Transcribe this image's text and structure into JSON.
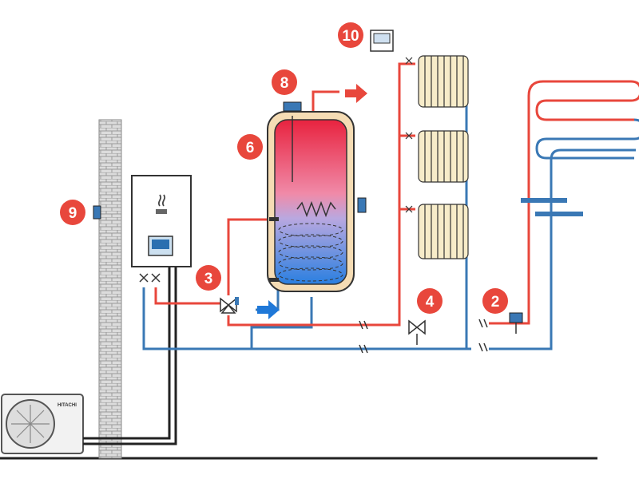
{
  "colors": {
    "hot": "#e8473c",
    "cold": "#3a78b5",
    "badge": "#e8473c",
    "tank_shell": "#f5dcb4",
    "radiator": "#f7ecc9",
    "brick": "#d8d8d8",
    "ground": "#222222"
  },
  "outdoor_unit": {
    "brand": "HITACHI"
  },
  "callouts": [
    {
      "number": "2",
      "target": "underfloor-thermostat"
    },
    {
      "number": "3",
      "target": "three-way-valve"
    },
    {
      "number": "4",
      "target": "safety-valve"
    },
    {
      "number": "6",
      "target": "hot-water-tank"
    },
    {
      "number": "8",
      "target": "tank-sensor"
    },
    {
      "number": "9",
      "target": "outdoor-sensor"
    },
    {
      "number": "10",
      "target": "room-thermostat"
    }
  ],
  "icons": [
    "flame-icon",
    "hot-water-out-arrow-icon",
    "cold-water-in-arrow-icon",
    "fan-icon",
    "valve-icon"
  ]
}
